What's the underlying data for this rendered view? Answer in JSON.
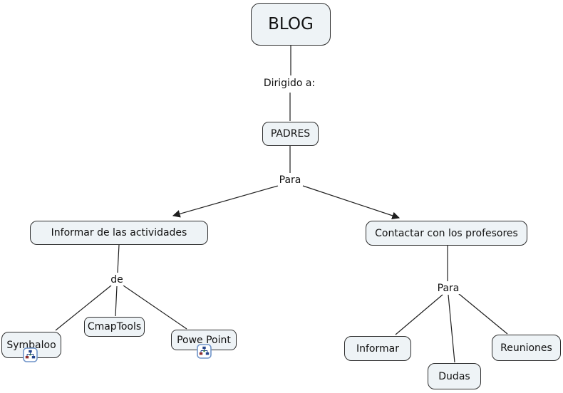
{
  "diagram": {
    "type": "concept-map",
    "background": "#ffffff",
    "node_fill": "#eef3f6",
    "node_border_color": "#2e2e2e",
    "line_color": "#1f1f1f",
    "text_color": "#111111",
    "resource_icon_border_color": "#6f94c9",
    "resource_icon_glyph_color": "#24448c"
  },
  "nodes": {
    "blog": "BLOG",
    "padres": "PADRES",
    "informar_actividades": "Informar de las actividades",
    "contactar_profesores": "Contactar con los profesores",
    "symbaloo": "Symbaloo",
    "cmaptools": "CmapTools",
    "powe_point": "Powe Point",
    "informar": "Informar",
    "dudas": "Dudas",
    "reuniones": "Reuniones"
  },
  "link_labels": {
    "dirigido_a": "Dirigido a:",
    "para_top": "Para",
    "de": "de",
    "para_right": "Para"
  },
  "relations": [
    {
      "from": "BLOG",
      "label": "Dirigido a:",
      "to": [
        "PADRES"
      ]
    },
    {
      "from": "PADRES",
      "label": "Para",
      "to": [
        "Informar de las actividades",
        "Contactar con los profesores"
      ]
    },
    {
      "from": "Informar de las actividades",
      "label": "de",
      "to": [
        "Symbaloo",
        "CmapTools",
        "Powe Point"
      ]
    },
    {
      "from": "Contactar con los profesores",
      "label": "Para",
      "to": [
        "Informar",
        "Dudas",
        "Reuniones"
      ]
    }
  ],
  "icons": [
    {
      "name": "concept-map-resource-icon",
      "attached_to": "Symbaloo"
    },
    {
      "name": "concept-map-resource-icon",
      "attached_to": "Powe Point"
    }
  ]
}
